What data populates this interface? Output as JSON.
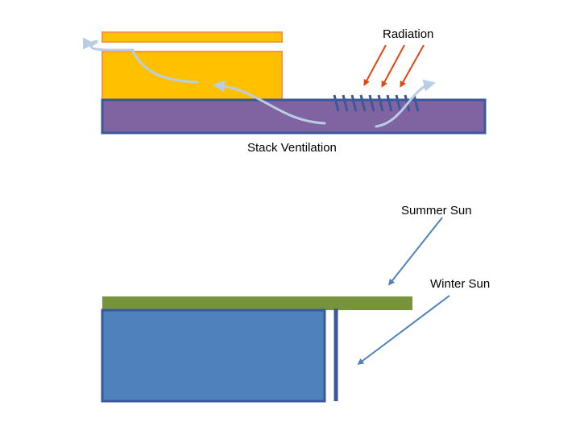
{
  "labels": {
    "radiation": "Radiation",
    "stack_ventilation": "Stack Ventilation",
    "summer_sun": "Summer Sun",
    "winter_sun": "Winter Sun"
  },
  "colors": {
    "roof_slab": "#FFC000",
    "roof_outline": "#F79646",
    "floor_slab": "#8064A2",
    "slab_outline": "#3B5998",
    "airflow": "#B9CDE5",
    "radiation": "#E0480F",
    "vent_fins": "#3B5998",
    "overhang": "#77933C",
    "building": "#4F81BD",
    "sun_ray": "#4F81BD"
  }
}
